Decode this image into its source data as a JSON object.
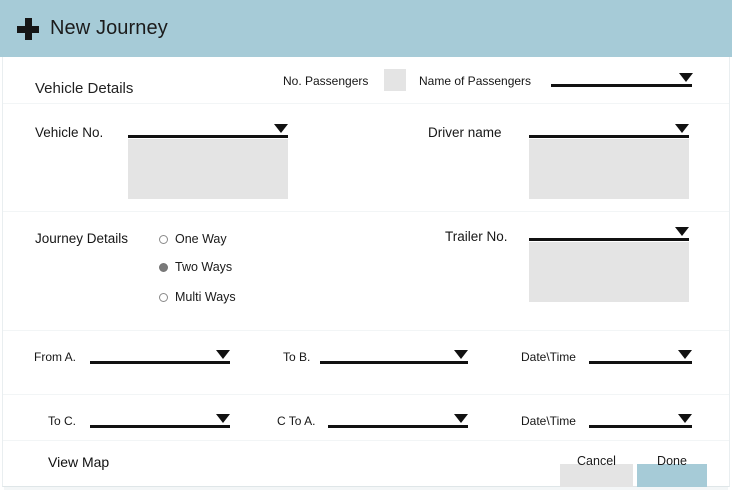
{
  "header": {
    "icon": "plus-icon",
    "title": "New Journey",
    "bg_color": "#a6cbd7"
  },
  "colors": {
    "accent": "#a6cbd7",
    "field_fill": "#e4e4e4",
    "text": "#161616",
    "line": "#111111"
  },
  "form": {
    "section_title": "Vehicle Details",
    "passengers": {
      "count_label": "No. Passengers",
      "count_value": "",
      "names_label": "Name of Passengers",
      "names_value": ""
    },
    "vehicle_no": {
      "label": "Vehicle No.",
      "value": "",
      "expanded": true
    },
    "driver_name": {
      "label": "Driver name",
      "value": "",
      "expanded": true
    },
    "journey_details": {
      "label": "Journey  Details",
      "options": [
        {
          "label": "One Way",
          "selected": false
        },
        {
          "label": "Two Ways",
          "selected": true
        },
        {
          "label": "Multi Ways",
          "selected": false
        }
      ]
    },
    "trailer_no": {
      "label": "Trailer No.",
      "value": "",
      "expanded": true
    },
    "legs": [
      {
        "label": "From A.",
        "value": ""
      },
      {
        "label": "To B.",
        "value": ""
      },
      {
        "label": "Date\\Time",
        "value": ""
      },
      {
        "label": "To C.",
        "value": ""
      },
      {
        "label": "C To A.",
        "value": ""
      },
      {
        "label": "Date\\Time",
        "value": ""
      }
    ],
    "view_map": "View Map"
  },
  "footer": {
    "cancel_label": "Cancel",
    "done_label": "Done"
  }
}
